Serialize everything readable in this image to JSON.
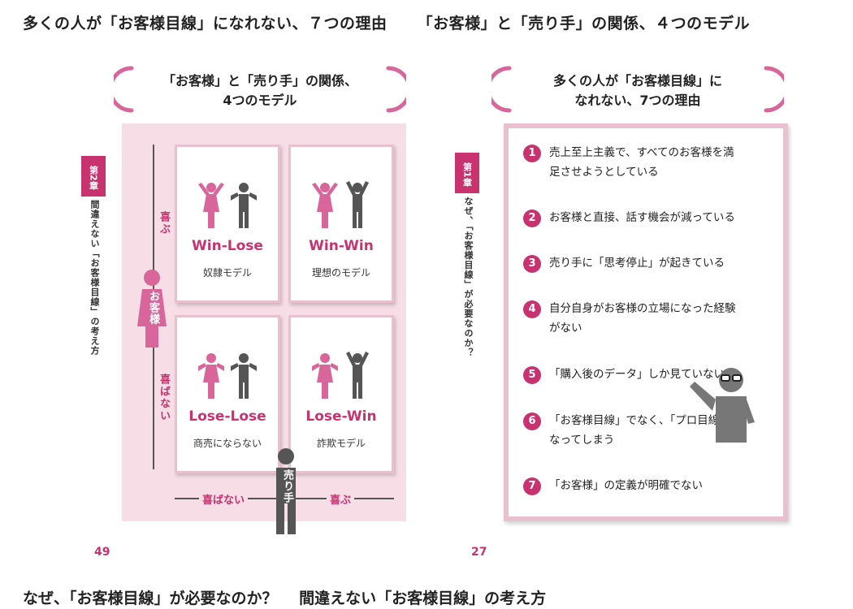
{
  "top_heading": {
    "left": "多くの人が「お客様目線」になれない、７つの理由",
    "right": "「お客様」と「売り手」の関係、４つのモデル"
  },
  "bottom_heading": {
    "left": "なぜ、「お客様目線」が必要なのか？",
    "right": "間違えない「お客様目線」の考え方"
  },
  "left_page": {
    "title_line1": "「お客様」と「売り手」の関係、",
    "title_line2": "4つのモデル",
    "chapter": "第2章",
    "chapter_sub": "間違えない「お客様目線」の考え方",
    "page_number": "49",
    "axis": {
      "v_top": "喜ぶ",
      "v_bottom": "喜ばない",
      "h_left": "喜ばない",
      "h_right": "喜ぶ",
      "customer": "お客様",
      "seller": "売り手"
    },
    "quadrants": [
      {
        "title": "Win-Lose",
        "desc": "奴隷モデル"
      },
      {
        "title": "Win-Win",
        "desc": "理想のモデル"
      },
      {
        "title": "Lose-Lose",
        "desc": "商売にならない"
      },
      {
        "title": "Lose-Win",
        "desc": "詐欺モデル"
      }
    ]
  },
  "right_page": {
    "title_line1": "多くの人が「お客様目線」に",
    "title_line2": "なれない、7つの理由",
    "chapter": "第1章",
    "chapter_sub": "なぜ、「お客様目線」が必要なのか？",
    "page_number": "27",
    "reasons": [
      {
        "num": "1",
        "line1": "売上至上主義で、すべてのお客様を満",
        "line2": "足させようとしている"
      },
      {
        "num": "2",
        "line1": "お客様と直接、話す機会が減っている",
        "line2": ""
      },
      {
        "num": "3",
        "line1": "売り手に「思考停止」が起きている",
        "line2": ""
      },
      {
        "num": "4",
        "line1": "自分自身がお客様の立場になった経験",
        "line2": "がない"
      },
      {
        "num": "5",
        "line1": "「購入後のデータ」しか見ていない",
        "line2": ""
      },
      {
        "num": "6",
        "line1": "「お客様目線」でなく、「プロ目線」に",
        "line2": "なってしまう"
      },
      {
        "num": "7",
        "line1": "「お客様」の定義が明確でない",
        "line2": ""
      }
    ]
  },
  "colors": {
    "accent": "#c8336f",
    "pink_light": "#f6dde6",
    "pink_border": "#e8c0cf",
    "figure_gray": "#555555",
    "figure_pink": "#d9669a"
  }
}
